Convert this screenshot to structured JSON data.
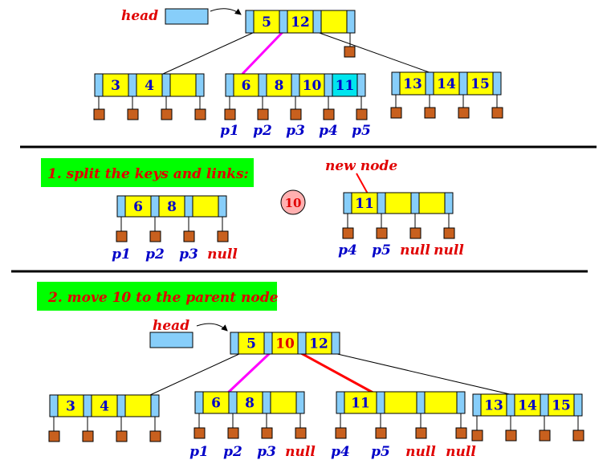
{
  "colors": {
    "link_cell": "#87cefa",
    "key_cell": "#ffff00",
    "highlight_key_cell": "#00e5ee",
    "pointer_box": "#c8601e",
    "head_box": "#87cefa",
    "red_label": "#e00000",
    "blue_label": "#0000c8",
    "banner": "#00ff00",
    "median_bubble": "#ffb0b0",
    "magenta_link": "#ff00ff",
    "red_link": "#ff0000"
  },
  "top": {
    "head_label": "head",
    "root": [
      "5",
      "12",
      ""
    ],
    "left": [
      "3",
      "4",
      ""
    ],
    "middle": [
      "6",
      "8",
      "10",
      "11"
    ],
    "right": [
      "13",
      "14",
      "15"
    ],
    "middle_pointers": [
      "p1",
      "p2",
      "p3",
      "p4",
      "p5"
    ]
  },
  "step1": {
    "banner": "1. split the keys and links:",
    "left_node": [
      "6",
      "8",
      ""
    ],
    "left_pointers": [
      "p1",
      "p2",
      "p3",
      "null"
    ],
    "median": "10",
    "new_node_label": "new node",
    "right_node": [
      "11",
      "",
      ""
    ],
    "right_pointers": [
      "p4",
      "p5",
      "null",
      "null"
    ]
  },
  "step2": {
    "banner": "2. move 10 to the parent node",
    "head_label": "head",
    "root": [
      "5",
      "10",
      "12"
    ],
    "left": [
      "3",
      "4",
      ""
    ],
    "middle_left": [
      "6",
      "8",
      ""
    ],
    "middle_right": [
      "11",
      "",
      ""
    ],
    "right": [
      "13",
      "14",
      "15"
    ],
    "pointers_a": [
      "p1",
      "p2",
      "p3",
      "null"
    ],
    "pointers_b": [
      "p4",
      "p5",
      "null",
      "null"
    ]
  }
}
